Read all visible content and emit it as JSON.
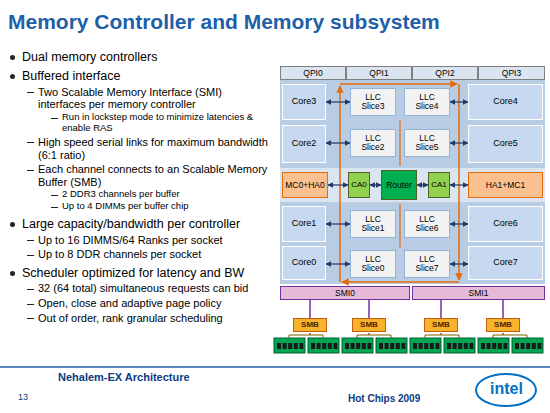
{
  "diagram": {
    "title": "Memory Controller and Memory subsystem",
    "nodes": [
      {
        "text": [
          "QPI0"
        ]
      },
      {
        "text": [
          "QPI1"
        ]
      },
      {
        "text": [
          "QPI2"
        ]
      },
      {
        "text": [
          "QPI3"
        ]
      },
      {
        "text": [
          "Core3"
        ]
      },
      {
        "text": [
          "LLC Slice3"
        ]
      },
      {
        "text": [
          "LLC Slice4"
        ]
      },
      {
        "text": [
          "Core4"
        ]
      },
      {
        "text": [
          "Core2"
        ]
      },
      {
        "text": [
          "LLC Slice2"
        ]
      },
      {
        "text": [
          "LLC Slice5"
        ]
      },
      {
        "text": [
          "Core5"
        ]
      },
      {
        "text": [
          "MC0+HA0"
        ]
      },
      {
        "text": [
          "CA0"
        ]
      },
      {
        "text": [
          "Router"
        ]
      },
      {
        "text": [
          "CA1"
        ]
      },
      {
        "text": [
          "HA1+MC1"
        ]
      },
      {
        "text": [
          "Core1"
        ]
      },
      {
        "text": [
          "LLC Slice1"
        ]
      },
      {
        "text": [
          "LLC Slice6"
        ]
      },
      {
        "text": [
          "Core6"
        ]
      },
      {
        "text": [
          "Core0"
        ]
      },
      {
        "text": [
          "LLC Slice0"
        ]
      },
      {
        "text": [
          "LLC Slice7"
        ]
      },
      {
        "text": [
          "Core7"
        ]
      },
      {
        "text": [
          "SMI0"
        ]
      },
      {
        "text": [
          "SMI1"
        ]
      },
      {
        "text": [
          "SMB"
        ]
      },
      {
        "text": [
          "SMB"
        ]
      },
      {
        "text": [
          "SMB"
        ]
      },
      {
        "text": [
          "SMB"
        ]
      }
    ],
    "edges": [
      {
        "from": 5,
        "to": 4,
        "arrow": "both"
      },
      {
        "from": 6,
        "to": 7,
        "arrow": "both"
      },
      {
        "from": 9,
        "to": 8,
        "arrow": "both"
      },
      {
        "from": 10,
        "to": 11,
        "arrow": "both"
      },
      {
        "from": 12,
        "to": 13,
        "arrow": "both"
      },
      {
        "from": 13,
        "to": 14,
        "arrow": "both"
      },
      {
        "from": 14,
        "to": 15,
        "arrow": "both"
      },
      {
        "from": 15,
        "to": 16,
        "arrow": "both"
      },
      {
        "from": 18,
        "to": 17,
        "arrow": "both"
      },
      {
        "from": 19,
        "to": 20,
        "arrow": "both"
      },
      {
        "from": 22,
        "to": 21,
        "arrow": "both"
      },
      {
        "from": 23,
        "to": 24,
        "arrow": "both"
      },
      {
        "from": 25,
        "to": 27,
        "arrow": "none"
      },
      {
        "from": 25,
        "to": 28,
        "arrow": "none"
      },
      {
        "from": 26,
        "to": 29,
        "arrow": "none"
      },
      {
        "from": 26,
        "to": 30,
        "arrow": "none"
      }
    ],
    "labels": [
      "Dual memory controllers",
      "Buffered interface",
      "Two Scalable Memory Interface (SMI) interfaces per memory controller",
      "Run in lockstep mode to minimize latencies & enable RAS",
      "High speed serial links for maximum bandwidth (6:1 ratio)",
      "Each channel connects to an Scalable Memory Buffer (SMB)",
      "2 DDR3 channels per buffer",
      "Up to 4 DIMMs per buffer chip",
      "Large capacity/bandwidth per controller",
      "Up to 16 DIMMS/64 Ranks per socket",
      "Up to 8 DDR channels per socket",
      "Scheduler optimized for latency and BW",
      "32 (64 total) simultaneous requests can bid",
      "Open, close and adaptive page policy",
      "Out of order, rank granular scheduling",
      "Nehalem-EX Architecture",
      "13",
      "Hot Chips 2009",
      "intel"
    ]
  }
}
